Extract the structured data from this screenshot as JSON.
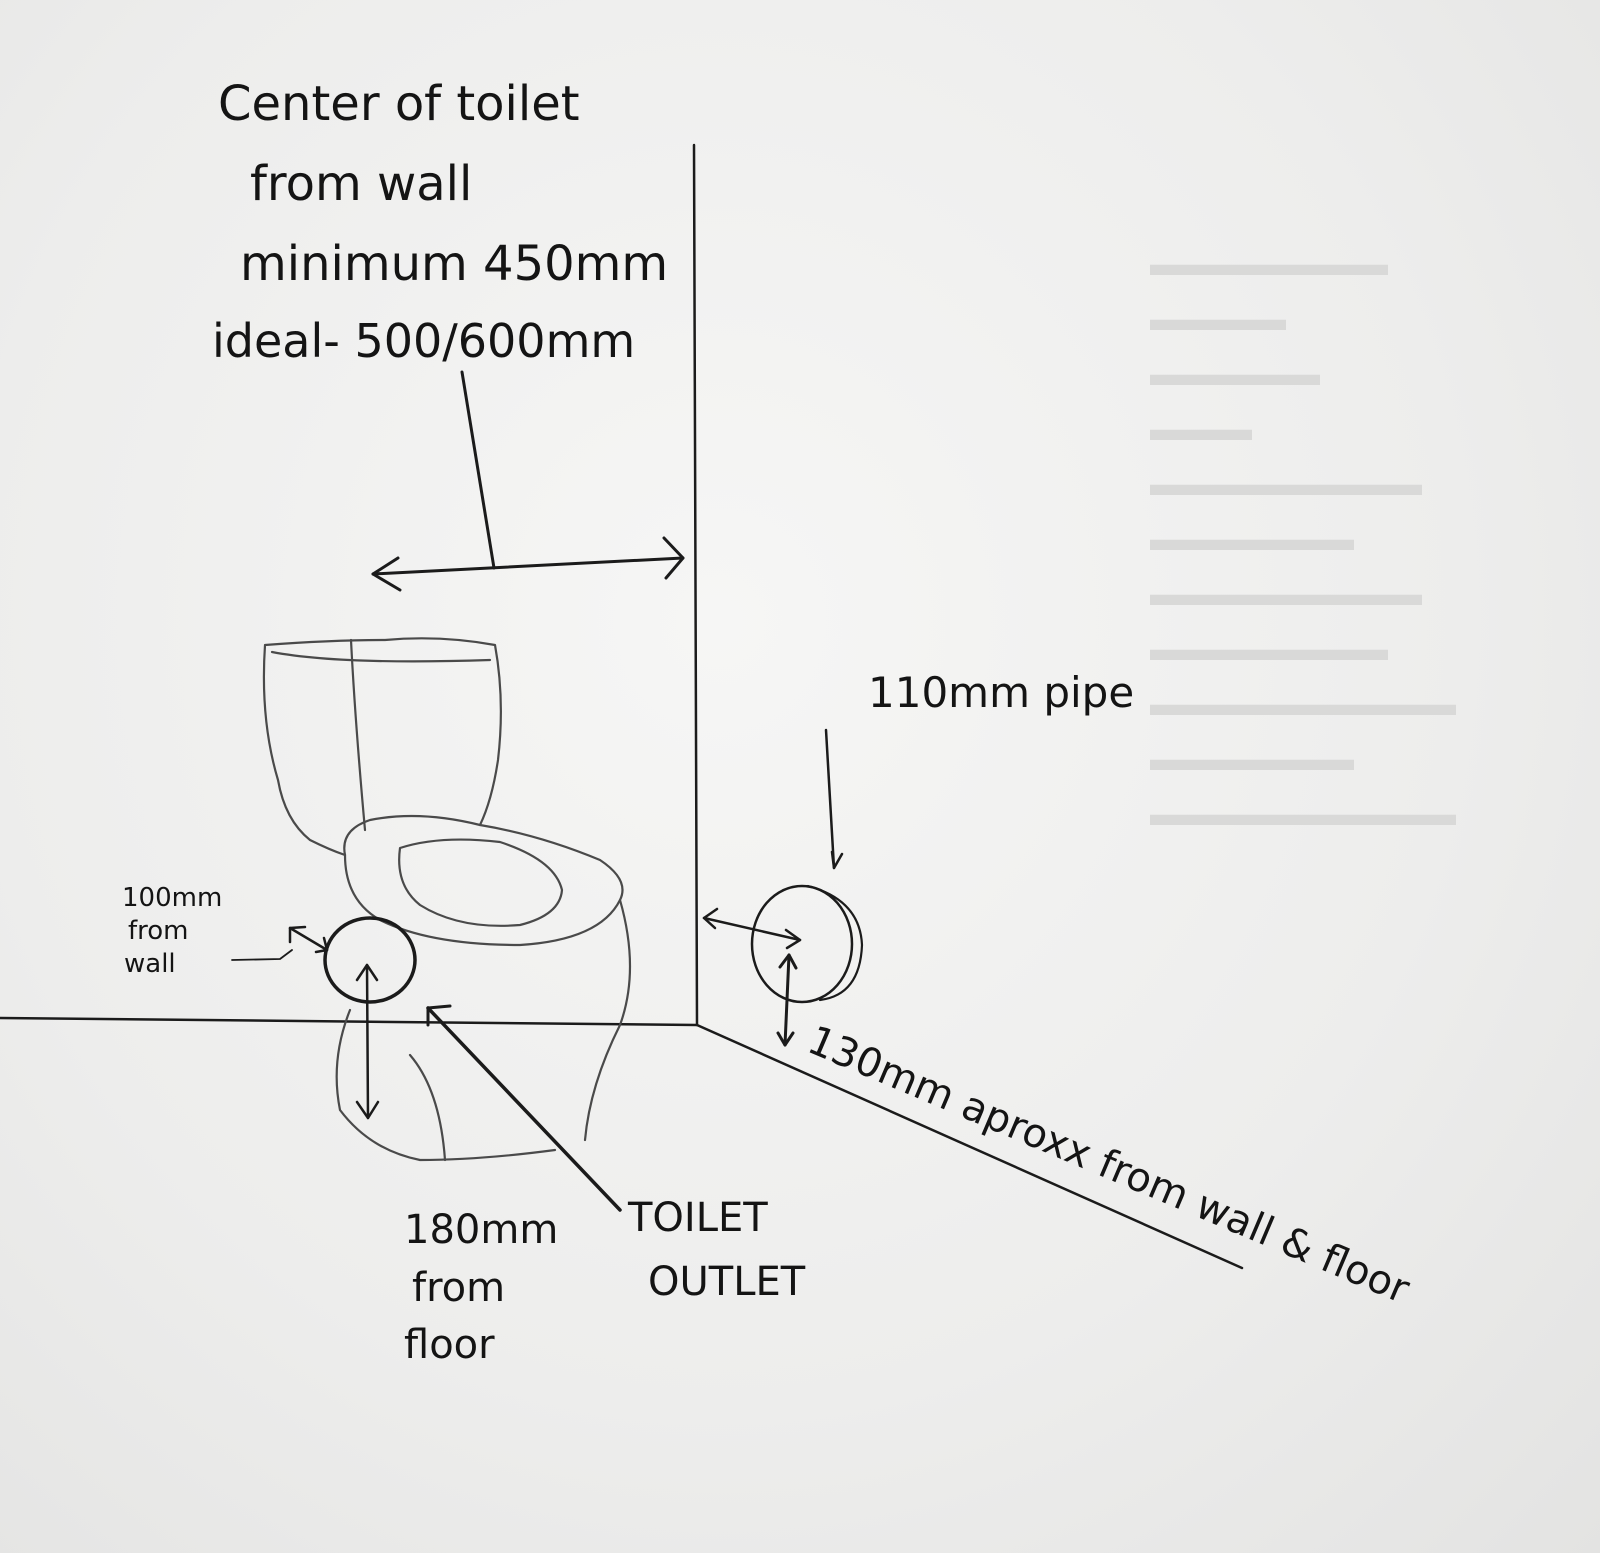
{
  "title_note": {
    "line1": "Center of toilet",
    "line2": "from wall",
    "line3": "minimum 450mm",
    "line4": "ideal- 500/600mm"
  },
  "labels": {
    "outlet_from_wall": [
      "100mm",
      "from",
      "wall"
    ],
    "outlet_from_floor": [
      "180mm",
      "from",
      "floor"
    ],
    "toilet_outlet": [
      "TOILET",
      "OUTLET"
    ],
    "pipe_size": "110mm pipe",
    "pipe_position": "130mm aproxx from wall & floor"
  },
  "measurements": {
    "toilet_center_min_mm": 450,
    "toilet_center_ideal_mm": "500/600",
    "outlet_from_wall_mm": 100,
    "outlet_from_floor_mm": 180,
    "pipe_diameter_mm": 110,
    "pipe_offset_mm": 130
  },
  "colors": {
    "paper": "#ececeb",
    "ink": "#1b1b1b",
    "pencil": "#4a4a4a"
  }
}
